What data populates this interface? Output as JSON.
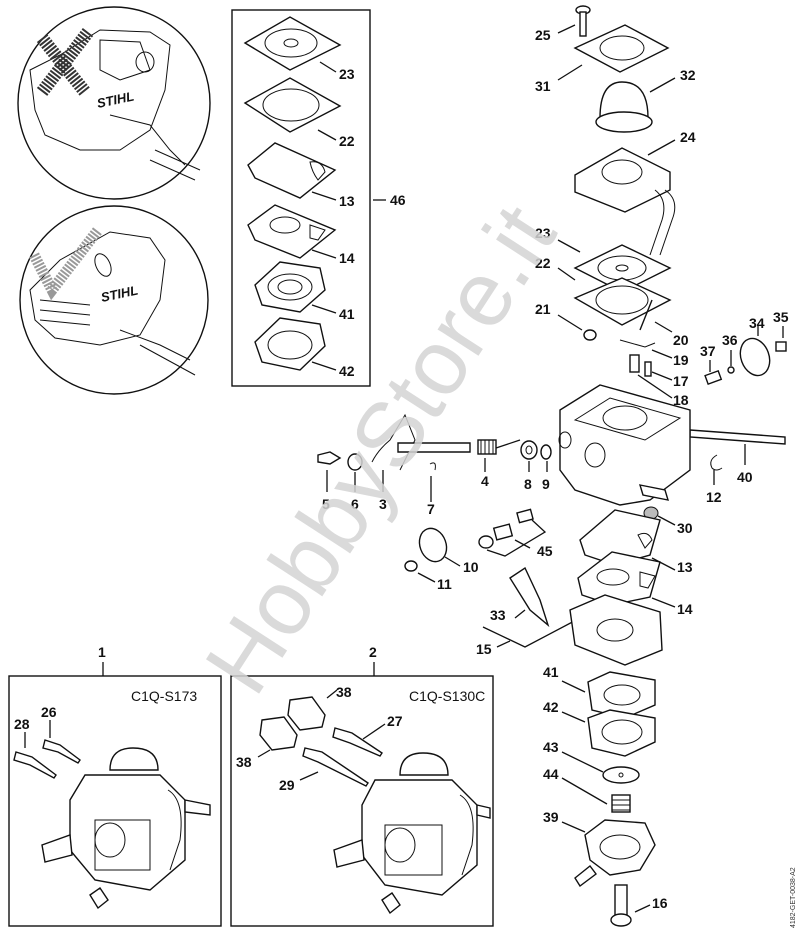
{
  "diagram": {
    "watermark": "HobbyStore.it",
    "reference_code": "4182-GET-0038-A2",
    "kit": {
      "number": "46",
      "parts": [
        "23",
        "22",
        "13",
        "14",
        "41",
        "42"
      ]
    },
    "inset_views": [
      {
        "name": "incorrect-position",
        "marker": "cross-mark",
        "brand": "STIHL"
      },
      {
        "name": "correct-position",
        "marker": "check-mark",
        "brand": "STIHL"
      }
    ],
    "carburetor_variants": [
      {
        "number": "1",
        "model": "C1Q-S173",
        "parts": [
          "28",
          "26"
        ]
      },
      {
        "number": "2",
        "model": "C1Q-S130C",
        "parts": [
          "38",
          "27",
          "38",
          "29"
        ]
      }
    ],
    "top_stack_parts": [
      "25",
      "31",
      "32",
      "24",
      "23",
      "22",
      "21",
      "20",
      "19",
      "17",
      "18"
    ],
    "right_parts": [
      "35",
      "34",
      "36",
      "37",
      "40",
      "12"
    ],
    "shaft_parts": [
      "5",
      "6",
      "3",
      "7",
      "4",
      "8",
      "9"
    ],
    "lower_left_parts": [
      "10",
      "11",
      "45",
      "33",
      "15"
    ],
    "bottom_stack_parts": [
      "30",
      "13",
      "14",
      "41",
      "42",
      "43",
      "44",
      "39",
      "16"
    ]
  }
}
